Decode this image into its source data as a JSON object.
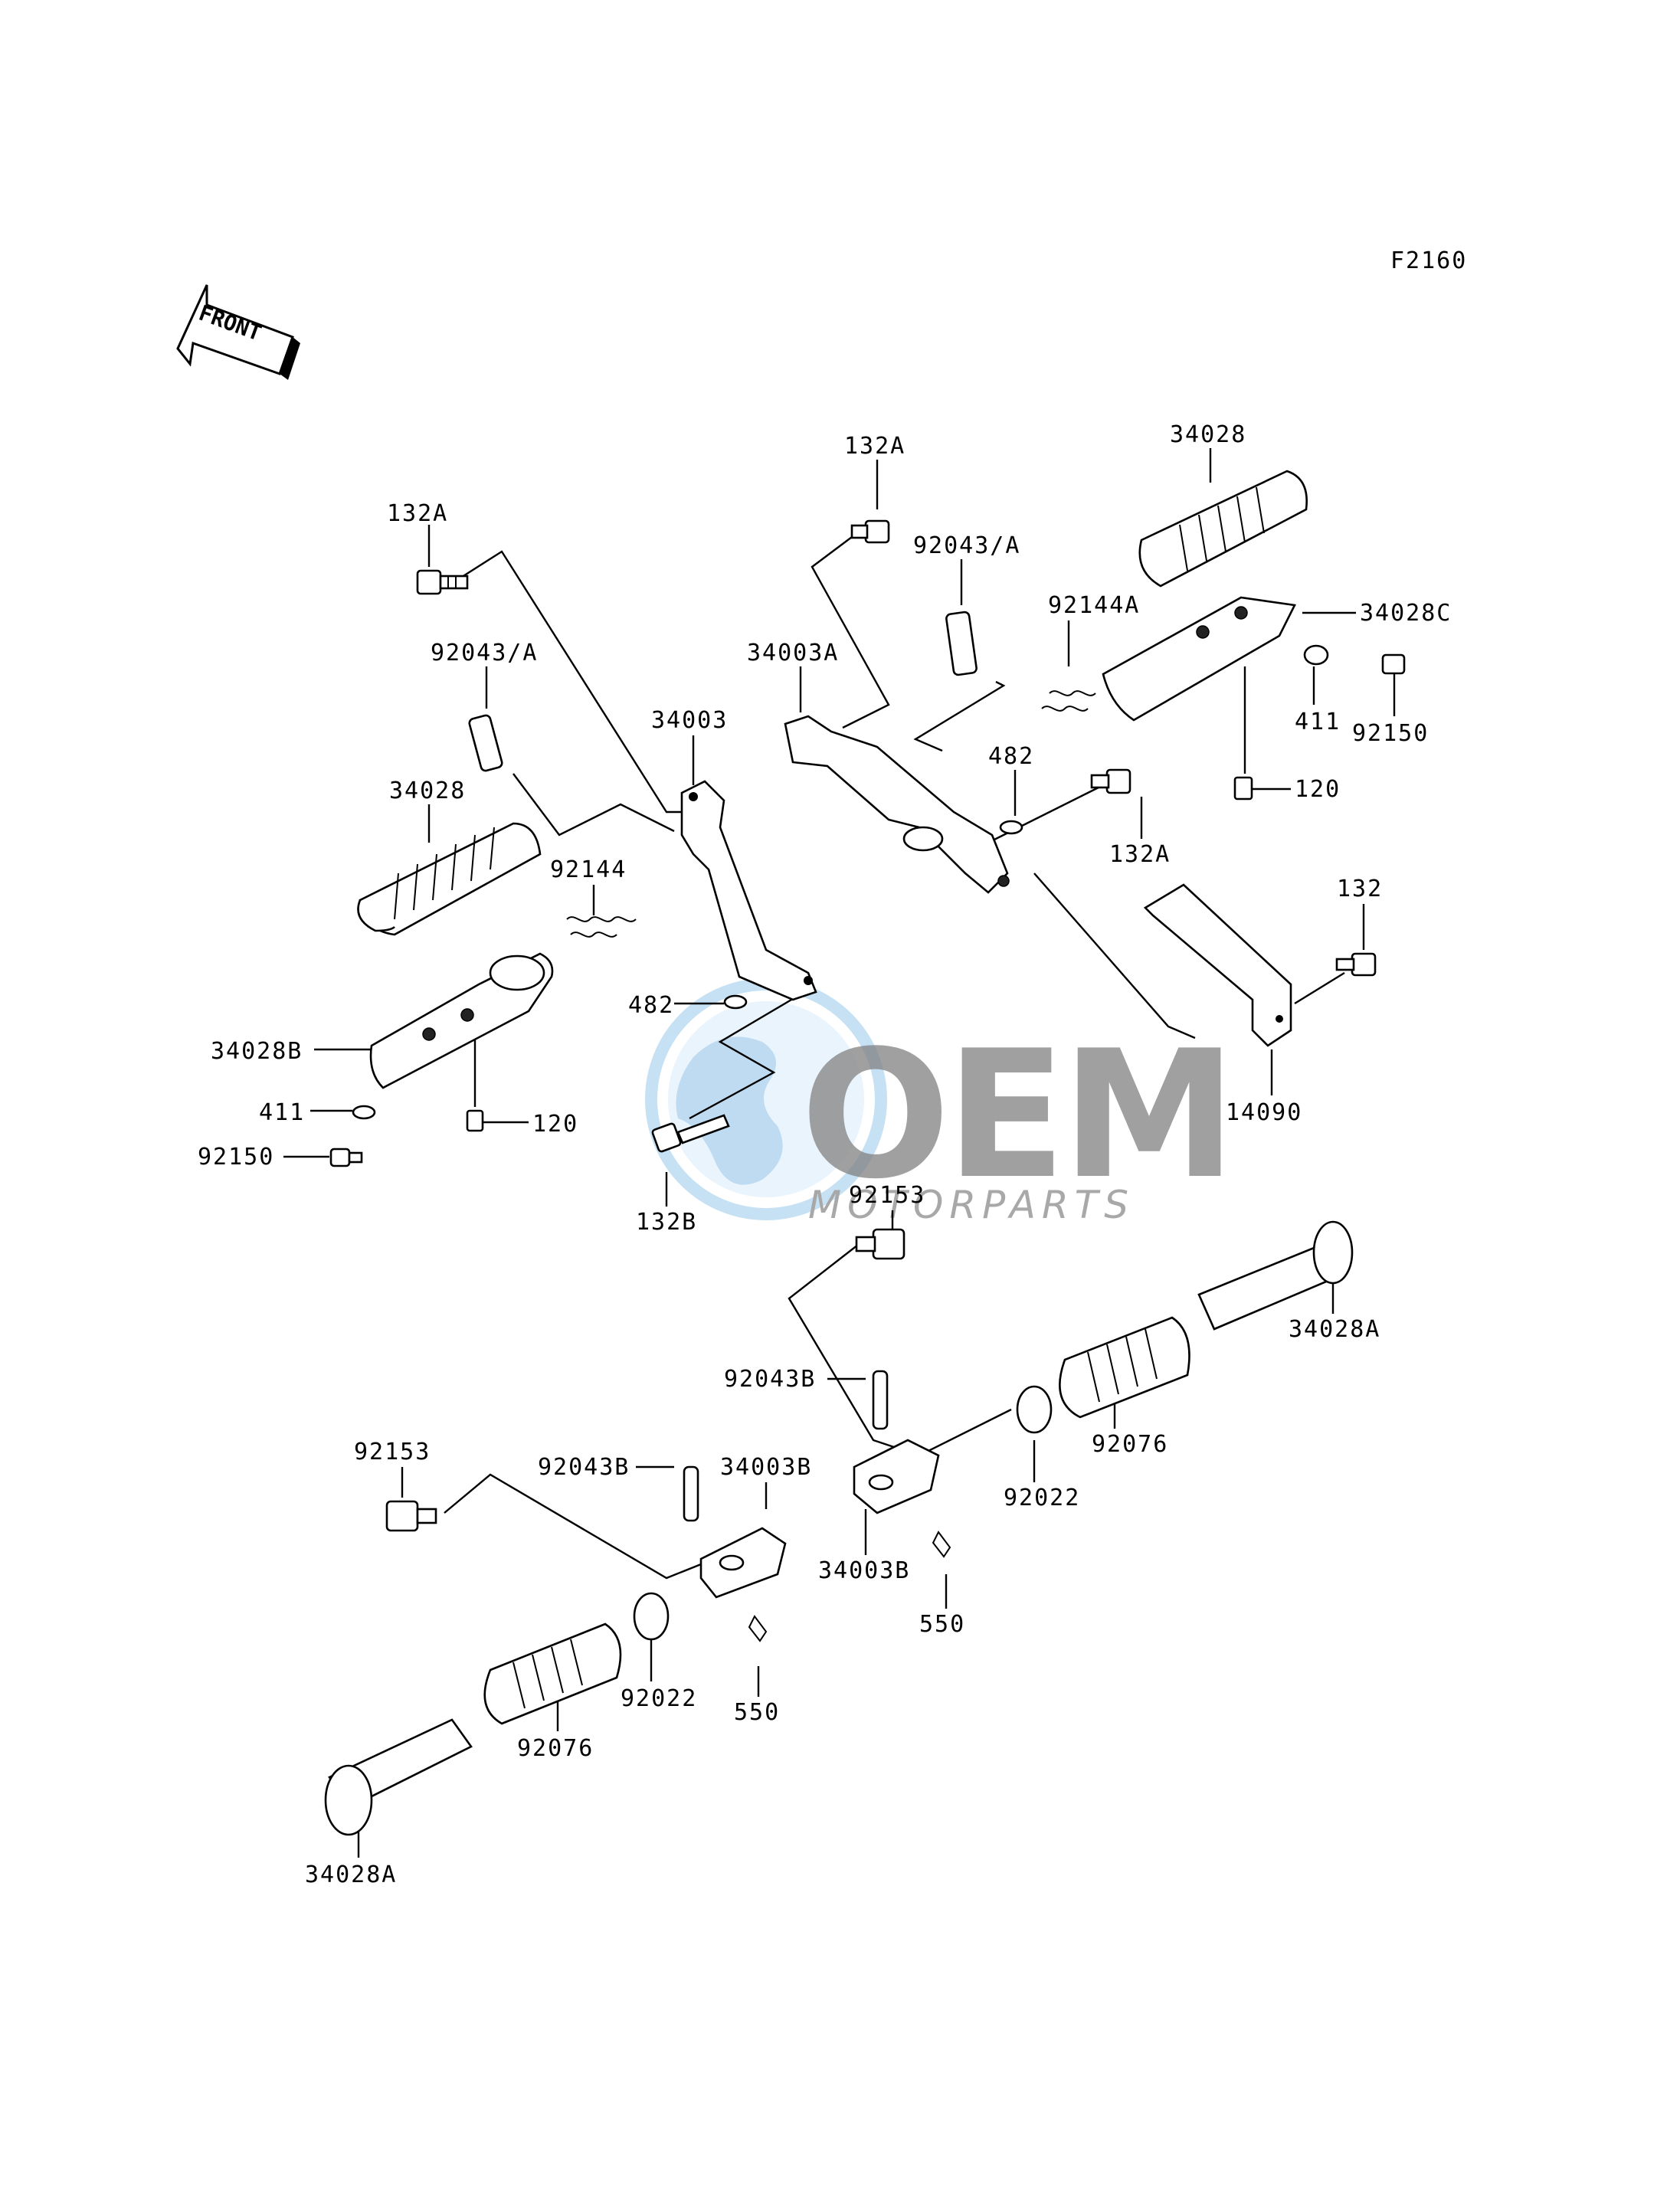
{
  "diagram_code": "F2160",
  "front_arrow": {
    "label": "FRONT"
  },
  "watermark": {
    "brand": "OEM",
    "sub": "MOTORPARTS",
    "icon": "globe-icon",
    "color_primary": "#4a4a4a",
    "color_accent": "#1e73be"
  },
  "callouts": [
    {
      "id": "c01",
      "text": "132A"
    },
    {
      "id": "c02",
      "text": "92043/A"
    },
    {
      "id": "c03",
      "text": "34003"
    },
    {
      "id": "c04",
      "text": "34028"
    },
    {
      "id": "c05",
      "text": "92144"
    },
    {
      "id": "c06",
      "text": "34028B"
    },
    {
      "id": "c07",
      "text": "411"
    },
    {
      "id": "c08",
      "text": "92150"
    },
    {
      "id": "c09",
      "text": "120"
    },
    {
      "id": "c10",
      "text": "482"
    },
    {
      "id": "c11",
      "text": "132B"
    },
    {
      "id": "c12",
      "text": "132A"
    },
    {
      "id": "c13",
      "text": "92043/A"
    },
    {
      "id": "c14",
      "text": "34003A"
    },
    {
      "id": "c15",
      "text": "92144A"
    },
    {
      "id": "c16",
      "text": "482"
    },
    {
      "id": "c17",
      "text": "132A"
    },
    {
      "id": "c18",
      "text": "34028"
    },
    {
      "id": "c19",
      "text": "34028C"
    },
    {
      "id": "c20",
      "text": "411"
    },
    {
      "id": "c21",
      "text": "92150"
    },
    {
      "id": "c22",
      "text": "120"
    },
    {
      "id": "c23",
      "text": "132"
    },
    {
      "id": "c24",
      "text": "14090"
    },
    {
      "id": "c25",
      "text": "92153"
    },
    {
      "id": "c26",
      "text": "34028A"
    },
    {
      "id": "c27",
      "text": "92043B"
    },
    {
      "id": "c28",
      "text": "92022"
    },
    {
      "id": "c29",
      "text": "92076"
    },
    {
      "id": "c30",
      "text": "34003B"
    },
    {
      "id": "c31",
      "text": "550"
    },
    {
      "id": "c32",
      "text": "92153"
    },
    {
      "id": "c33",
      "text": "92043B"
    },
    {
      "id": "c34",
      "text": "34003B"
    },
    {
      "id": "c35",
      "text": "92022"
    },
    {
      "id": "c36",
      "text": "550"
    },
    {
      "id": "c37",
      "text": "92076"
    },
    {
      "id": "c38",
      "text": "34028A"
    }
  ]
}
